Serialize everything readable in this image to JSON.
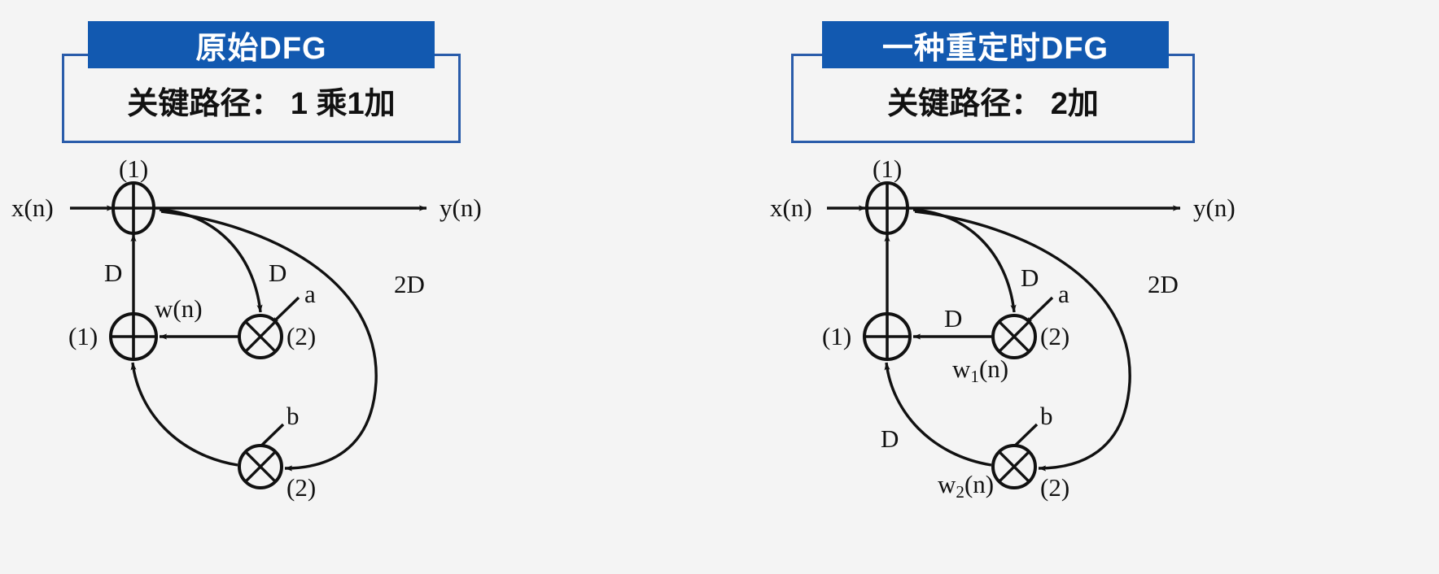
{
  "page": {
    "background_color": "#f4f4f4",
    "ribbon_color": "#1259b0",
    "outline_color": "#2a5caa",
    "ink_color": "#111111"
  },
  "panels": [
    {
      "id": "original",
      "header": {
        "ribbon_title": "原始DFG",
        "subtitle": "关键路径： 1 乘1加"
      },
      "diagram": {
        "input_label": "x(n)",
        "output_label": "y(n)",
        "nodes": [
          {
            "name": "adder-top",
            "type": "adder",
            "cost": "(1)"
          },
          {
            "name": "adder-mid",
            "type": "adder",
            "cost": "(1)"
          },
          {
            "name": "mult-a",
            "type": "multiplier",
            "cost": "(2)",
            "coef": "a"
          },
          {
            "name": "mult-b",
            "type": "multiplier",
            "cost": "(2)",
            "coef": "b"
          }
        ],
        "edge_labels": [
          {
            "name": "delay-feedback-up",
            "text": "D"
          },
          {
            "name": "delay-to-mult-a",
            "text": "D"
          },
          {
            "name": "delay-to-mult-b",
            "text": "2D"
          }
        ],
        "signal_labels": [
          {
            "name": "signal-w",
            "text": "w(n)"
          }
        ]
      }
    },
    {
      "id": "retimed",
      "header": {
        "ribbon_title": "一种重定时DFG",
        "subtitle": "关键路径： 2加"
      },
      "diagram": {
        "input_label": "x(n)",
        "output_label": "y(n)",
        "nodes": [
          {
            "name": "adder-top",
            "type": "adder",
            "cost": "(1)"
          },
          {
            "name": "adder-mid",
            "type": "adder",
            "cost": "(1)"
          },
          {
            "name": "mult-a",
            "type": "multiplier",
            "cost": "(2)",
            "coef": "a"
          },
          {
            "name": "mult-b",
            "type": "multiplier",
            "cost": "(2)",
            "coef": "b"
          }
        ],
        "edge_labels": [
          {
            "name": "delay-to-mult-a",
            "text": "D"
          },
          {
            "name": "delay-mult-a-to-add",
            "text": "D"
          },
          {
            "name": "delay-feedback-up",
            "text": "D"
          },
          {
            "name": "delay-to-mult-b",
            "text": "2D"
          }
        ],
        "signal_labels": [
          {
            "name": "signal-w1",
            "base": "w",
            "index": "1",
            "tail": "(n)"
          },
          {
            "name": "signal-w2",
            "base": "w",
            "index": "2",
            "tail": "(n)"
          }
        ]
      }
    }
  ]
}
